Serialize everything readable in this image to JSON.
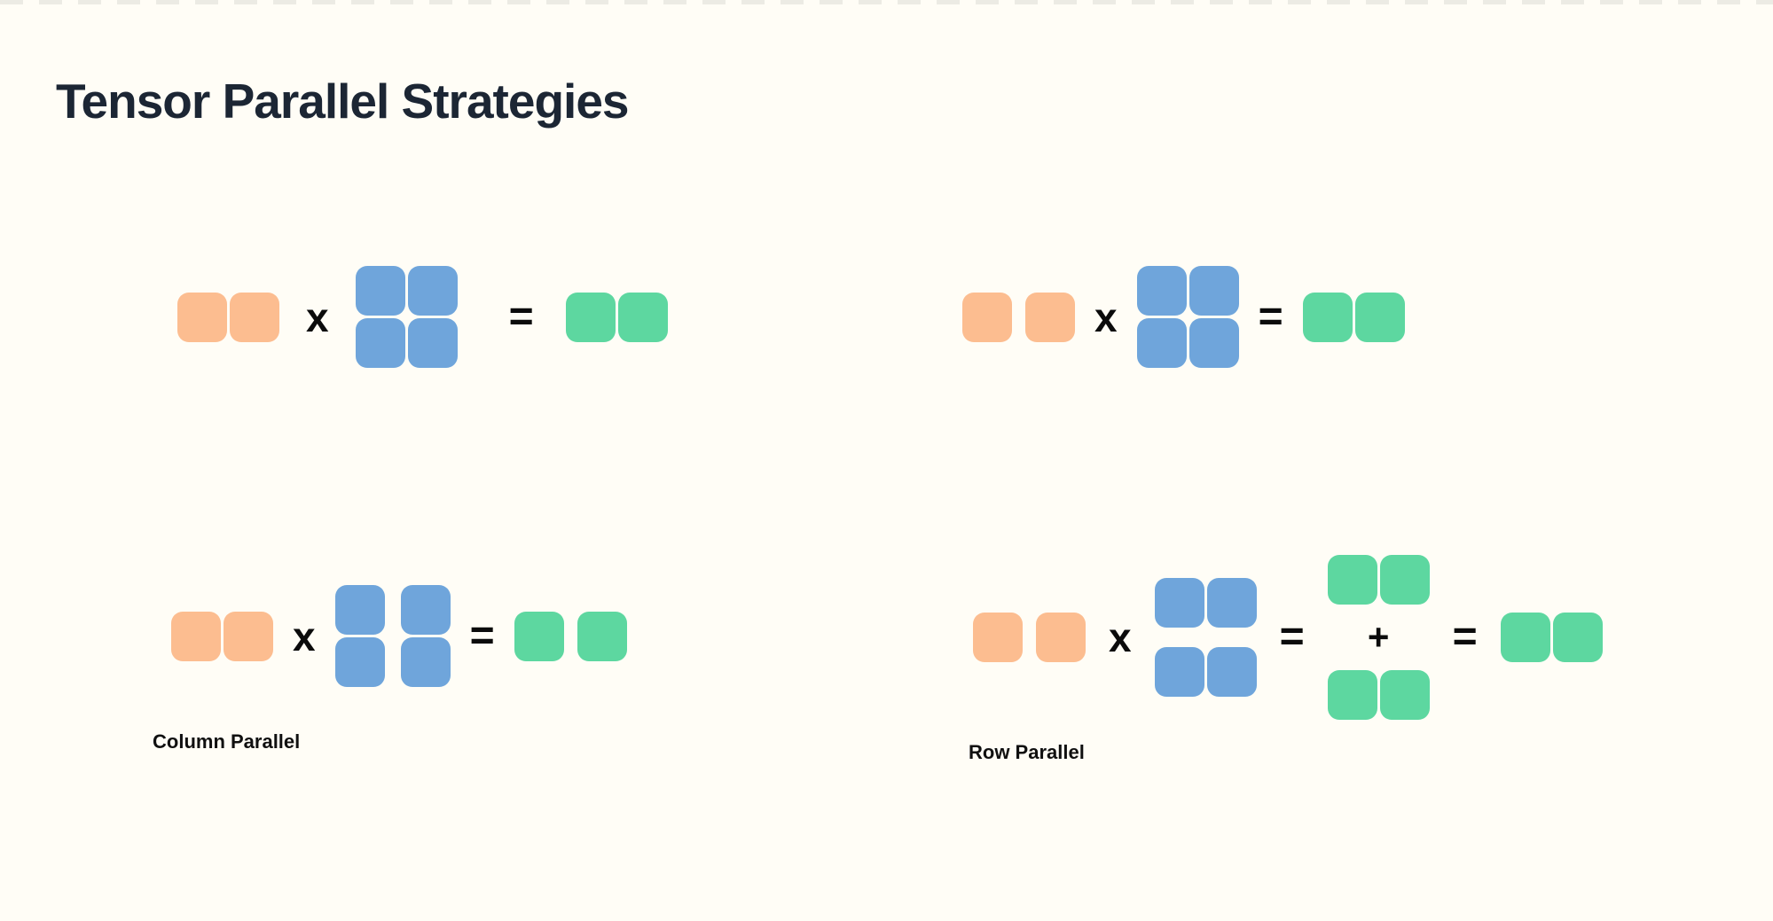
{
  "page": {
    "title": "Tensor Parallel Strategies",
    "background_color": "#FFFDF6",
    "title_color": "#1C2634"
  },
  "colors": {
    "input": "#FCBD90",
    "weight": "#6FA5DB",
    "output": "#5DD7A0",
    "operator": "#0B0B0B",
    "top_strip": "#ECEBE4"
  },
  "diagrams": [
    {
      "id": "baseline-left",
      "label": "",
      "items": [
        {
          "kind": "matrix",
          "role": "input",
          "rows": 1,
          "cols": 2,
          "split": "none"
        },
        {
          "kind": "operator",
          "symbol": "x"
        },
        {
          "kind": "matrix",
          "role": "weight",
          "rows": 2,
          "cols": 2,
          "split": "none"
        },
        {
          "kind": "operator",
          "symbol": "="
        },
        {
          "kind": "matrix",
          "role": "output",
          "rows": 1,
          "cols": 2,
          "split": "none"
        }
      ]
    },
    {
      "id": "baseline-right",
      "label": "",
      "items": [
        {
          "kind": "matrix",
          "role": "input",
          "rows": 1,
          "cols": 2,
          "split": "cols"
        },
        {
          "kind": "operator",
          "symbol": "x"
        },
        {
          "kind": "matrix",
          "role": "weight",
          "rows": 2,
          "cols": 2,
          "split": "none"
        },
        {
          "kind": "operator",
          "symbol": "="
        },
        {
          "kind": "matrix",
          "role": "output",
          "rows": 1,
          "cols": 2,
          "split": "none"
        }
      ]
    },
    {
      "id": "column-parallel",
      "label": "Column Parallel",
      "items": [
        {
          "kind": "matrix",
          "role": "input",
          "rows": 1,
          "cols": 2,
          "split": "none"
        },
        {
          "kind": "operator",
          "symbol": "x"
        },
        {
          "kind": "matrix",
          "role": "weight",
          "rows": 2,
          "cols": 2,
          "split": "cols"
        },
        {
          "kind": "operator",
          "symbol": "="
        },
        {
          "kind": "matrix",
          "role": "output",
          "rows": 1,
          "cols": 2,
          "split": "cols"
        }
      ]
    },
    {
      "id": "row-parallel",
      "label": "Row Parallel",
      "items": [
        {
          "kind": "matrix",
          "role": "input",
          "rows": 1,
          "cols": 2,
          "split": "cols"
        },
        {
          "kind": "operator",
          "symbol": "x"
        },
        {
          "kind": "matrix",
          "role": "weight",
          "rows": 2,
          "cols": 2,
          "split": "rows"
        },
        {
          "kind": "operator",
          "symbol": "="
        },
        {
          "kind": "stack",
          "items": [
            {
              "kind": "matrix",
              "role": "output",
              "rows": 1,
              "cols": 2,
              "split": "none"
            },
            {
              "kind": "operator",
              "symbol": "+"
            },
            {
              "kind": "matrix",
              "role": "output",
              "rows": 1,
              "cols": 2,
              "split": "none"
            }
          ]
        },
        {
          "kind": "operator",
          "symbol": "="
        },
        {
          "kind": "matrix",
          "role": "output",
          "rows": 1,
          "cols": 2,
          "split": "none"
        }
      ]
    }
  ]
}
